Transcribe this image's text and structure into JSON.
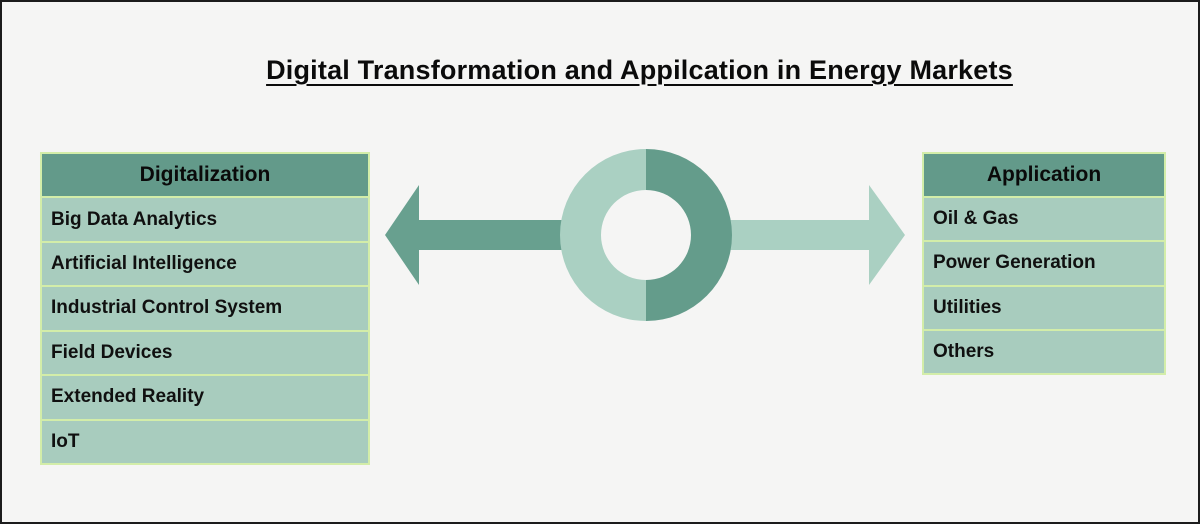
{
  "title": "Digital Transformation and Appilcation in Energy Markets",
  "left_table": {
    "header": "Digitalization",
    "rows": [
      "Big Data Analytics",
      "Artificial Intelligence",
      "Industrial Control System",
      "Field Devices",
      "Extended Reality",
      "IoT"
    ]
  },
  "right_table": {
    "header": "Application",
    "rows": [
      "Oil & Gas",
      "Power Generation",
      "Utilities",
      "Others"
    ]
  },
  "graphic": {
    "left_arrow_icon": "arrow-pointing-left-dark-green",
    "right_arrow_icon": "arrow-pointing-right-light-green",
    "center_icon": "donut-ring-split-light-left-dark-right"
  },
  "colors": {
    "background": "#f5f5f4",
    "frame_border": "#1c1c1c",
    "table_header_green": "#639a8a",
    "table_cell_green": "#a8ccbe",
    "table_border_green": "#d3eda9",
    "arrow_dark_green": "#68a08f",
    "arrow_light_green": "#aad0c2",
    "text": "#0b0b0b"
  }
}
